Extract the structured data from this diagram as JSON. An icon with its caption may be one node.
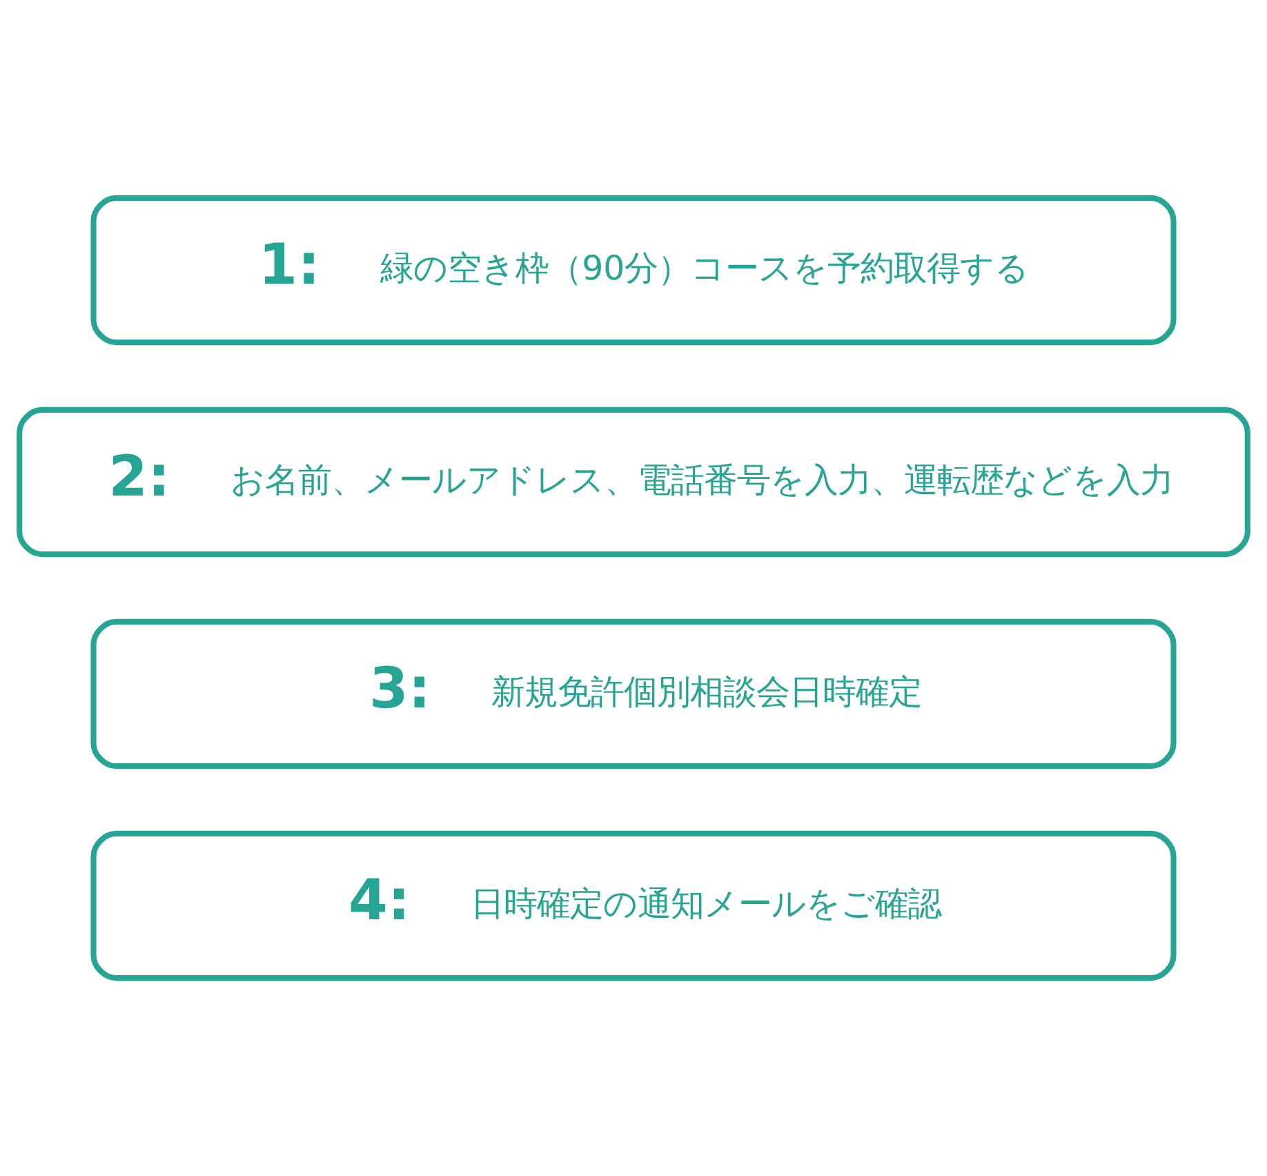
{
  "diagram": {
    "nodes": [
      {
        "text": [
          "1:",
          "緑の空き枠（90分）コースを予約取得する"
        ]
      },
      {
        "text": [
          "2:",
          "お名前、メールアドレス、電話番号を入力、運転歴などを入力"
        ]
      },
      {
        "text": [
          "3:",
          "新規免許個別相談会日時確定"
        ]
      },
      {
        "text": [
          "4:",
          "日時確定の通知メールをご確認"
        ]
      }
    ]
  }
}
